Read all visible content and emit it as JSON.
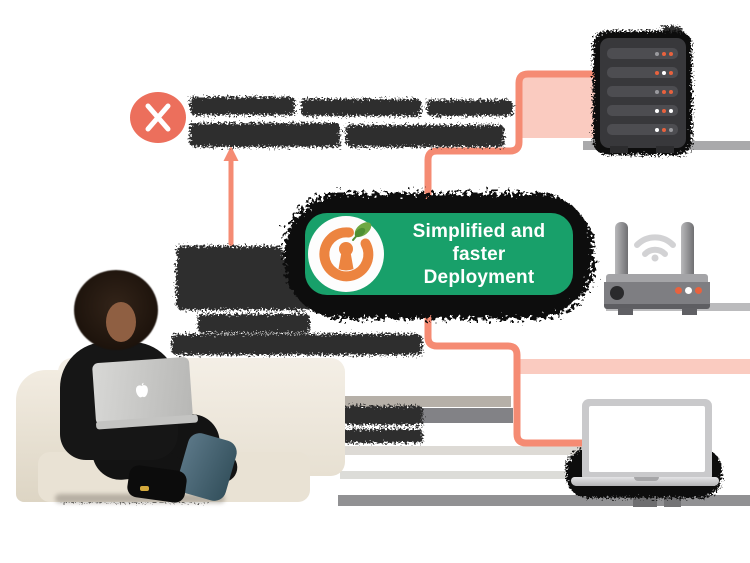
{
  "badge": {
    "lines": [
      "Simplified and",
      "faster",
      "Deployment"
    ],
    "background": "#18A06A",
    "text_color": "#FFFFFF",
    "logo_icon": "keyhole-ring-leaf-logo",
    "logo_colors": {
      "ring_orange": "#EC8440",
      "leaf_green": "#6FA844",
      "circle": "#FFFFFF"
    }
  },
  "error_marker": {
    "icon": "x-circle-icon",
    "color": "#EC6F5C"
  },
  "connector": {
    "color": "#F58B73",
    "style": "rounded-elbow"
  },
  "redaction": {
    "scribble_color": "#2E2E2E"
  },
  "devices": {
    "server": {
      "icon": "server-rack-icon",
      "slot_count": 5,
      "led_rows": [
        [
          "gray",
          "orange",
          "orange"
        ],
        [
          "orange",
          "white",
          "orange"
        ],
        [
          "gray",
          "orange",
          "orange"
        ],
        [
          "white",
          "orange",
          "white"
        ],
        [
          "white",
          "orange",
          "gray"
        ]
      ]
    },
    "router": {
      "icon": "wifi-router-icon",
      "leds": [
        "orange",
        "white",
        "orange"
      ]
    },
    "laptop": {
      "icon": "laptop-icon"
    }
  },
  "photo": {
    "icon": "woman-with-macbook-on-couch-photo"
  },
  "led_palette": {
    "orange": "#E8623E",
    "white": "#FFFFFF",
    "gray": "#9A9A9E"
  }
}
